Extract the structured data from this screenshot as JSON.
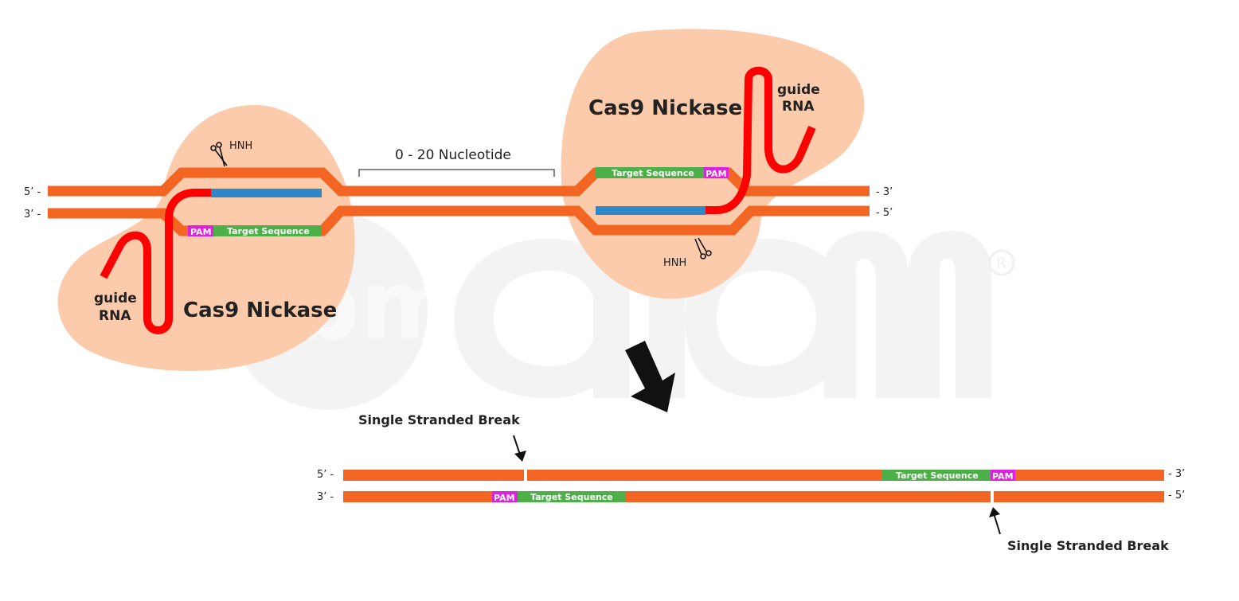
{
  "diagram": {
    "title": "Cas9 Nickase double nicking",
    "watermark": {
      "text": "abm",
      "mark": "®"
    },
    "colors": {
      "dna_strand": "#f26522",
      "cas9_blob": "#fcc8a8",
      "guide_rna": "#ff0000",
      "guide_spacer": "#2e88c8",
      "target_sequence": "#4caf48",
      "pam": "#e020e0",
      "text": "#222222",
      "watermark": "#f2f2f2"
    },
    "top": {
      "left_complex": {
        "enzyme_label": "Cas9 Nickase",
        "guide_label_line1": "guide",
        "guide_label_line2": "RNA",
        "domain_label": "HNH",
        "pam_label": "PAM",
        "target_label": "Target Sequence"
      },
      "right_complex": {
        "enzyme_label": "Cas9 Nickase",
        "guide_label_line1": "guide",
        "guide_label_line2": "RNA",
        "domain_label": "HNH",
        "pam_label": "PAM",
        "target_label": "Target Sequence"
      },
      "spacer_label": "0 - 20 Nucleotide",
      "strand_ends": {
        "top_left": "5’ -",
        "bottom_left": "3’ -",
        "top_right": "- 3’",
        "bottom_right": "- 5’"
      }
    },
    "bottom": {
      "break_label_top": "Single Stranded Break",
      "break_label_bottom": "Single Stranded Break",
      "top_strand_target": "Target Sequence",
      "top_strand_pam": "PAM",
      "bottom_strand_target": "Target Sequence",
      "bottom_strand_pam": "PAM",
      "strand_ends": {
        "top_left": "5’ -",
        "bottom_left": "3’ -",
        "top_right": "- 3’",
        "bottom_right": "- 5’"
      }
    }
  }
}
